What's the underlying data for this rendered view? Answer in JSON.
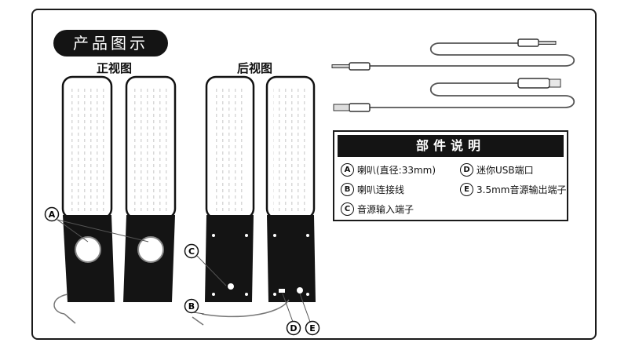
{
  "title": "产品图示",
  "front_label": "正视图",
  "back_label": "后视图",
  "parts_header": "部件说明",
  "parts": [
    {
      "letter": "A",
      "text": "喇叭(直径:33mm)"
    },
    {
      "letter": "B",
      "text": "喇叭连接线"
    },
    {
      "letter": "C",
      "text": "音源输入端子"
    },
    {
      "letter": "D",
      "text": "迷你USB端口"
    },
    {
      "letter": "E",
      "text": "3.5mm音源输出端子"
    }
  ],
  "callouts": {
    "a": "A",
    "b": "B",
    "c": "C",
    "d": "D",
    "e": "E"
  },
  "colors": {
    "frame": "#1a1a1a",
    "speaker_body": "#141414",
    "tube": "#ffffff",
    "accent": "#e8e8e8"
  }
}
